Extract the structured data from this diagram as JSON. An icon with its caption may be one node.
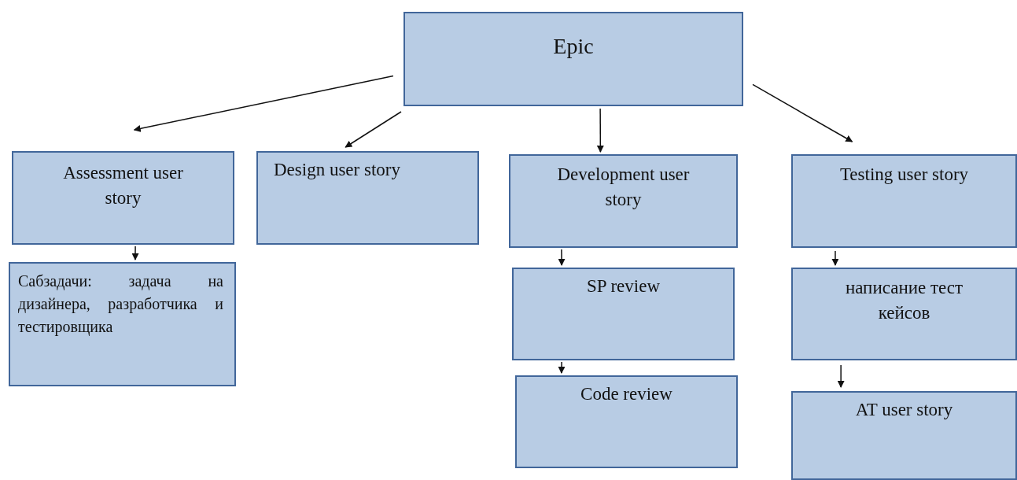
{
  "diagram": {
    "nodes": [
      {
        "text": [
          "Epic"
        ]
      },
      {
        "text": [
          "Assessment user story"
        ]
      },
      {
        "text": [
          "Design user story"
        ]
      },
      {
        "text": [
          "Development user story"
        ]
      },
      {
        "text": [
          "Testing user story"
        ]
      },
      {
        "text": [
          "Сабзадачи: задача на дизайнера, разработчика и тестировщика"
        ]
      },
      {
        "text": [
          "SP review"
        ]
      },
      {
        "text": [
          "Code review"
        ]
      },
      {
        "text": [
          "написание тест кейсов"
        ]
      },
      {
        "text": [
          "AT user story"
        ]
      }
    ],
    "edges": [
      {
        "from": 0,
        "to": 1,
        "arrow": "to"
      },
      {
        "from": 0,
        "to": 2,
        "arrow": "to"
      },
      {
        "from": 0,
        "to": 3,
        "arrow": "to"
      },
      {
        "from": 0,
        "to": 4,
        "arrow": "to"
      },
      {
        "from": 1,
        "to": 5,
        "arrow": "to"
      },
      {
        "from": 3,
        "to": 6,
        "arrow": "to"
      },
      {
        "from": 6,
        "to": 7,
        "arrow": "to"
      },
      {
        "from": 4,
        "to": 8,
        "arrow": "to"
      },
      {
        "from": 8,
        "to": 9,
        "arrow": "to"
      }
    ]
  }
}
